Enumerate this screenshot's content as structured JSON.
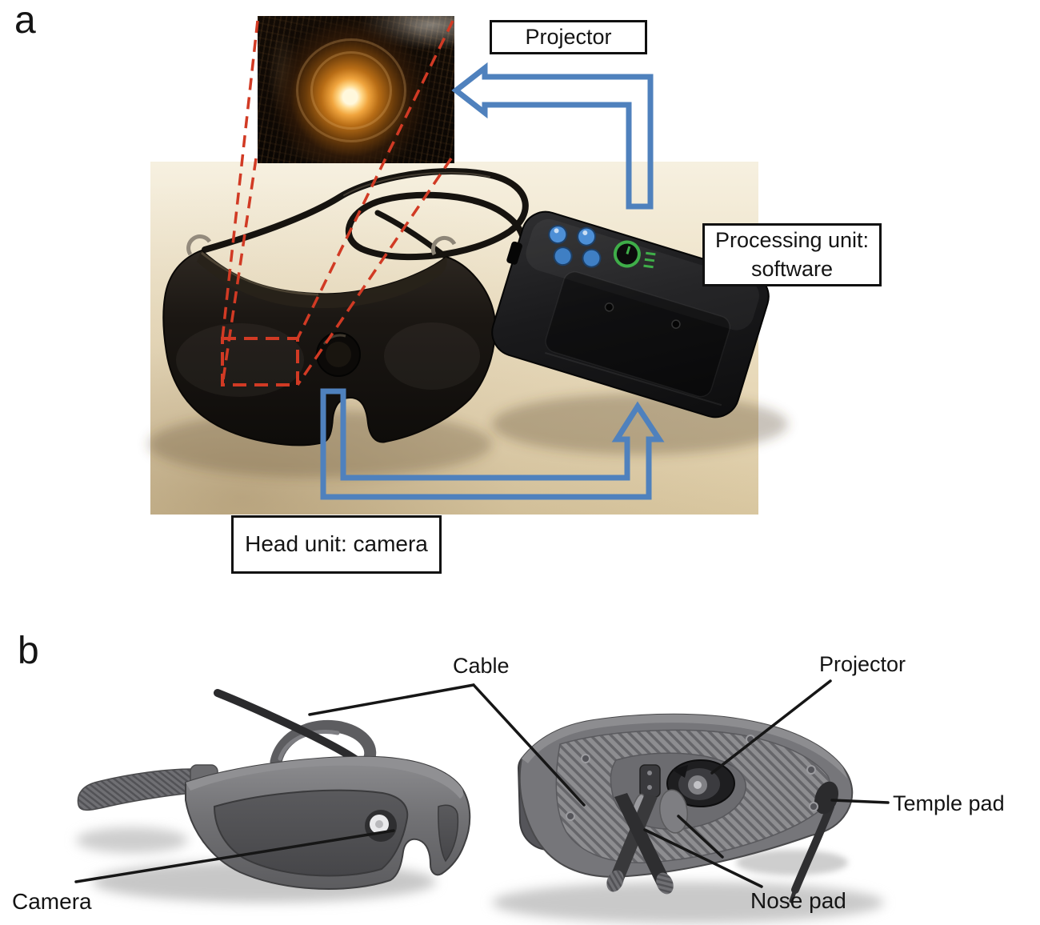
{
  "figure": {
    "description": "Two-panel hardware figure of a camera-projector smart-glasses system",
    "panel_a": {
      "label": "a",
      "projector_box": "Projector",
      "processing_box_line1": "Processing unit:",
      "processing_box_line2": "software",
      "head_unit_box": "Head unit: camera"
    },
    "panel_b": {
      "label": "b",
      "cable": "Cable",
      "projector": "Projector",
      "temple_pad": "Temple pad",
      "camera": "Camera",
      "nose_pad": "Nose pad"
    },
    "icons": {
      "power_icon": "power-symbol on processing unit",
      "camera_lens_icon": "white camera lens on glasses",
      "projector_lens_icon": "glowing projector lens in inset photo"
    },
    "colors": {
      "arrow_blue": "#4f81bd",
      "callout_red": "#d13a24",
      "label_border_black": "#101010",
      "photo_background_beige": "#ecdfc2",
      "power_green": "#3fae49",
      "button_blue": "#4d8fd6",
      "illustration_gray": "#77787a"
    }
  }
}
